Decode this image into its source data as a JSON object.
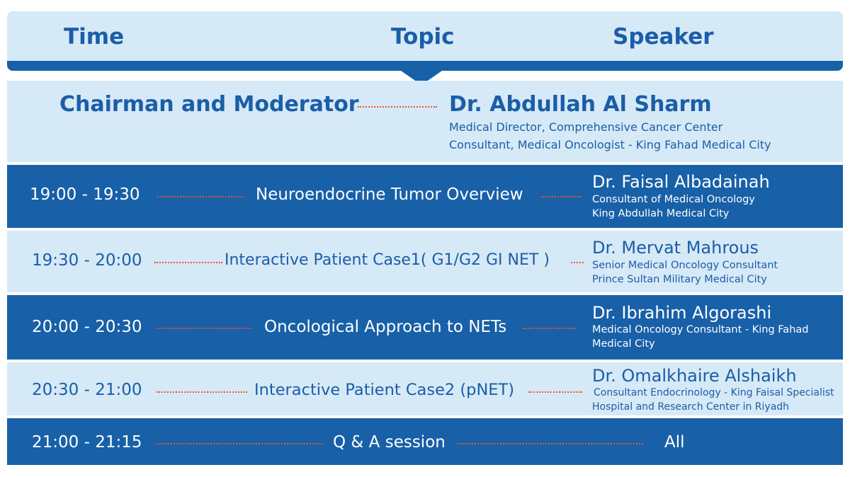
{
  "header": {
    "time_label": "Time",
    "topic_label": "Topic",
    "speaker_label": "Speaker"
  },
  "chair": {
    "role": "Chairman and Moderator",
    "name": "Dr. Abdullah Al Sharm",
    "line1": "Medical Director, Comprehensive Cancer Center",
    "line2": "Consultant, Medical Oncologist - King Fahad Medical City"
  },
  "sessions": [
    {
      "time": "19:00 - 19:30",
      "topic": "Neuroendocrine Tumor Overview",
      "speaker": "Dr. Faisal Albadainah",
      "line1": "Consultant of Medical Oncology",
      "line2": "King Abdullah Medical City"
    },
    {
      "time": "19:30 - 20:00",
      "topic": "Interactive Patient Case1( G1/G2 GI NET )",
      "speaker": "Dr. Mervat Mahrous",
      "line1": "Senior Medical Oncology Consultant",
      "line2": "Prince Sultan Military Medical City"
    },
    {
      "time": "20:00 - 20:30",
      "topic": "Oncological Approach to NETs",
      "speaker": "Dr. Ibrahim Algorashi",
      "line1": "Medical Oncology Consultant - King Fahad",
      "line2": "Medical City"
    },
    {
      "time": "20:30 - 21:00",
      "topic": "Interactive Patient Case2 (pNET)",
      "speaker": "Dr. Omalkhaire Alshaikh",
      "line1": "Consultant Endocrinology - King Faisal Specialist",
      "line2": "Hospital and Research Center in Riyadh"
    },
    {
      "time": "21:00 - 21:15",
      "topic": "Q & A session",
      "speaker": "All"
    }
  ],
  "colors": {
    "dark_blue": "#1860a8",
    "light_blue": "#d6e9f6",
    "text_blue": "#1a5ea8",
    "dots": "#e9542e"
  }
}
